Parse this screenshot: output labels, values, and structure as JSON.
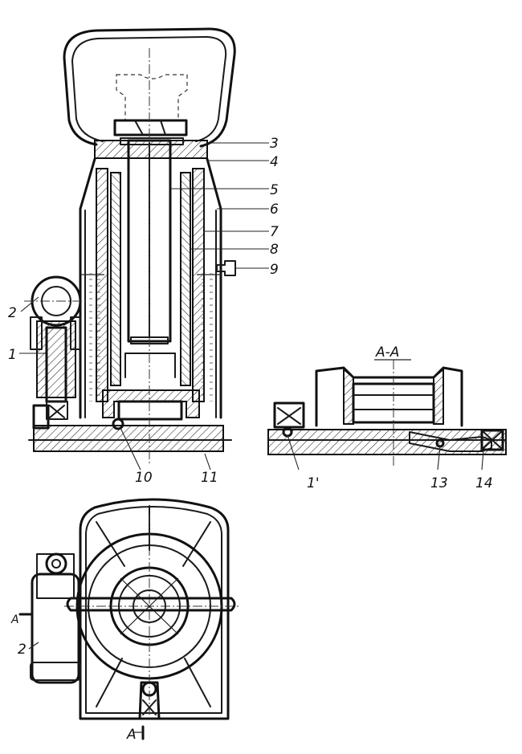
{
  "labels": {
    "l1": "1",
    "l2": "2",
    "l3": "3",
    "l4": "4",
    "l5": "5",
    "l6": "6",
    "l7": "7",
    "l8": "8",
    "l9": "9",
    "l10": "10",
    "l11": "11",
    "l13": "13",
    "l14": "14",
    "l1prime": "1'",
    "l2plan": "2"
  },
  "section": {
    "title": "A-A",
    "cut_mark_bottom": "A",
    "cut_mark_left": "A"
  }
}
